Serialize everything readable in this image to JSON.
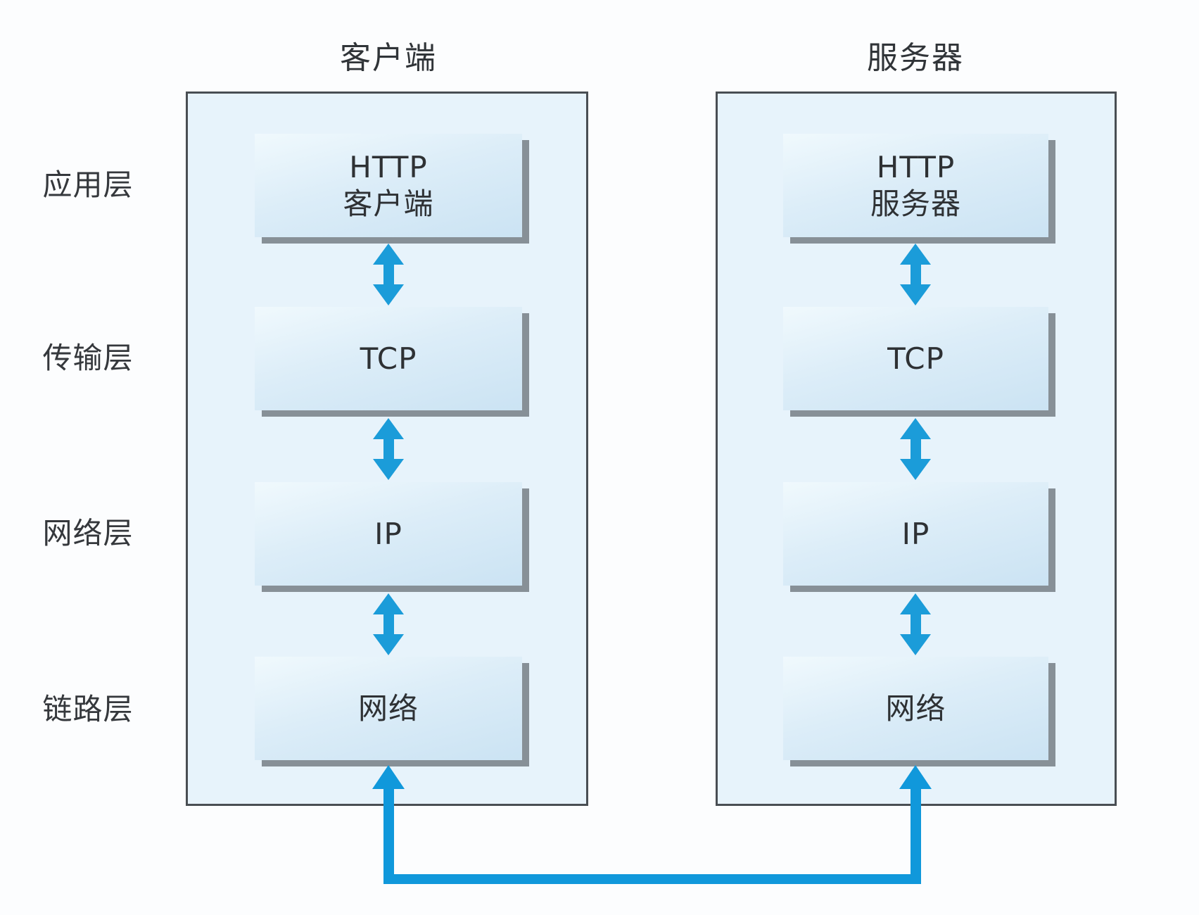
{
  "titles": {
    "client": "客户端",
    "server": "服务器"
  },
  "layer_labels": [
    "应用层",
    "传输层",
    "网络层",
    "链路层"
  ],
  "client_stack": {
    "app": {
      "line1": "HTTP",
      "line2": "客户端"
    },
    "transport": {
      "line1": "TCP"
    },
    "network": {
      "line1": "IP"
    },
    "link": {
      "line1": "网络"
    }
  },
  "server_stack": {
    "app": {
      "line1": "HTTP",
      "line2": "服务器"
    },
    "transport": {
      "line1": "TCP"
    },
    "network": {
      "line1": "IP"
    },
    "link": {
      "line1": "网络"
    }
  },
  "colors": {
    "background": "#FCFDFE",
    "panel_fill": "#E7F3FB",
    "panel_border": "#494E53",
    "box_fill_light": "#F0F9FD",
    "box_fill_dark": "#CBE3F3",
    "box_shadow": "#879097",
    "arrow_blue": "#1B9CD9",
    "connector_blue": "#1098DB",
    "text": "#2E3134"
  }
}
